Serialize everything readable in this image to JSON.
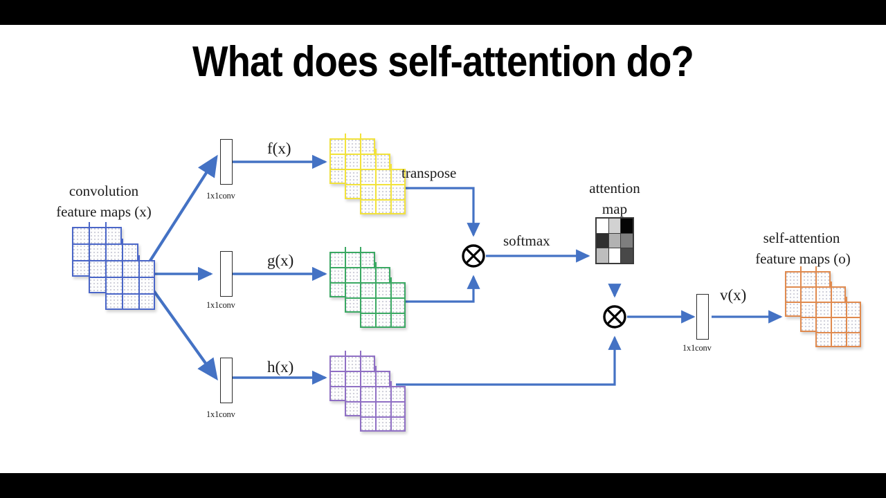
{
  "slide": {
    "title": "What does self-attention do?",
    "background": "#ffffff",
    "letterbox_color": "#000000"
  },
  "colors": {
    "arrow_blue": "#4472c4",
    "map_blue": "#4a66c8",
    "map_yellow": "#f2e23a",
    "map_green": "#3aa862",
    "map_purple": "#8f6fc4",
    "map_orange": "#e08a4e",
    "operator_black": "#000000",
    "text": "#1b1b1b"
  },
  "diagram": {
    "input_label_line1": "convolution",
    "input_label_line2": "feature maps (x)",
    "output_label_line1": "self-attention",
    "output_label_line2": "feature maps (o)",
    "attention_label_line1": "attention",
    "attention_label_line2": "map",
    "branches": [
      {
        "id": "f",
        "fn_label": "f(x)",
        "conv_label": "1x1conv",
        "map_color": "#f2e23a",
        "map_name": "yellow-feature-maps"
      },
      {
        "id": "g",
        "fn_label": "g(x)",
        "conv_label": "1x1conv",
        "map_color": "#3aa862",
        "map_name": "green-feature-maps"
      },
      {
        "id": "h",
        "fn_label": "h(x)",
        "conv_label": "1x1conv",
        "map_color": "#8f6fc4",
        "map_name": "purple-feature-maps"
      }
    ],
    "edge_labels": {
      "transpose": "transpose",
      "softmax": "softmax",
      "value": "v(x)"
    },
    "output_conv_label": "1x1conv",
    "operators": [
      {
        "name": "matmul-attention",
        "glyph": "⊗"
      },
      {
        "name": "matmul-value",
        "glyph": "⊗"
      }
    ],
    "attention_map": {
      "rows": 3,
      "cols": 3,
      "cells": [
        [
          "#ffffff",
          "#d2d2d2",
          "#050505"
        ],
        [
          "#2f2f2f",
          "#b2b2b2",
          "#7e7e7e"
        ],
        [
          "#bdbdbd",
          "#ffffff",
          "#484848"
        ]
      ]
    }
  }
}
